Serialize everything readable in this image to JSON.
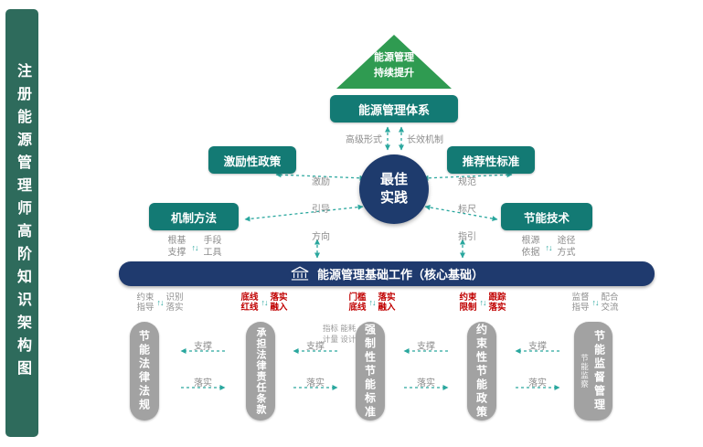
{
  "sidebar": {
    "title": "注册能源管理师高阶知识架构图"
  },
  "colors": {
    "sidebar_green": "#2e6b5c",
    "box_teal": "#137a74",
    "navy": "#1f3a6e",
    "triangle_green": "#2f9b51",
    "pillar_gray": "#a2a2a2",
    "accent_red": "#c00000",
    "arrow_teal": "#2aa79e",
    "label_gray": "#8c8c8c"
  },
  "apex": {
    "label": "能源管理\n持续提升"
  },
  "system": {
    "label": "能源管理体系",
    "left_link": "高级形式",
    "right_link": "长效机制"
  },
  "center": {
    "label": "最佳\n实践"
  },
  "boxes": {
    "incentive": "激励性政策",
    "mechanism": "机制方法",
    "standard": "推荐性标准",
    "technology": "节能技术"
  },
  "center_words": {
    "left": [
      "激励",
      "引导",
      "方向"
    ],
    "right": [
      "规范",
      "标尺",
      "指引"
    ]
  },
  "box_words": {
    "mechanism": [
      "根基\n支撑",
      "手段\n工具"
    ],
    "technology": [
      "根源\n依据",
      "途径\n方式"
    ]
  },
  "foundation": {
    "label": "能源管理基础工作（核心基础）",
    "icon": "building-icon"
  },
  "connectors": [
    {
      "left": "约束\n指导",
      "right": "识别\n落实",
      "style": "gray"
    },
    {
      "left": "底线\n红线",
      "right": "落实\n融入",
      "style": "red"
    },
    {
      "left": "门槛\n底线",
      "right": "落实\n融入",
      "style": "red"
    },
    {
      "left": "约束\n限制",
      "right": "跟踪\n落实",
      "style": "red"
    },
    {
      "left": "监督\n指导",
      "right": "配合\n交流",
      "style": "gray"
    }
  ],
  "pillars": [
    {
      "label": "节能法律法规"
    },
    {
      "label": "承担法律责任条款"
    },
    {
      "label": "强制性节能标准",
      "note": "指标 能耗\n计量 设计"
    },
    {
      "label": "约束性节能政策"
    },
    {
      "label": "节能监督管理",
      "side": "节能监察"
    }
  ],
  "gap_links": {
    "top": "支撑",
    "bottom": "落实"
  }
}
